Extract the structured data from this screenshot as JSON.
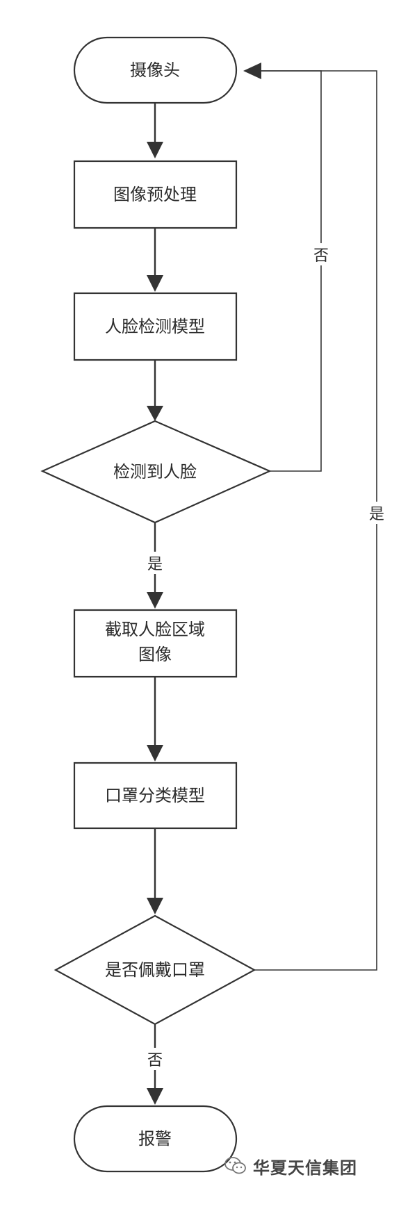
{
  "nodes": {
    "camera": "摄像头",
    "preprocess": "图像预处理",
    "face_detect_model": "人脸检测模型",
    "face_detected": "检测到人脸",
    "crop_face": [
      "截取人脸区域",
      "图像"
    ],
    "mask_model": "口罩分类模型",
    "wearing_mask": "是否佩戴口罩",
    "alarm": "报警"
  },
  "edges": {
    "face_no": "否",
    "face_yes": "是",
    "mask_yes": "是",
    "mask_no": "否"
  },
  "watermark": {
    "text": "华夏天信集团",
    "icon": "wechat-icon"
  }
}
